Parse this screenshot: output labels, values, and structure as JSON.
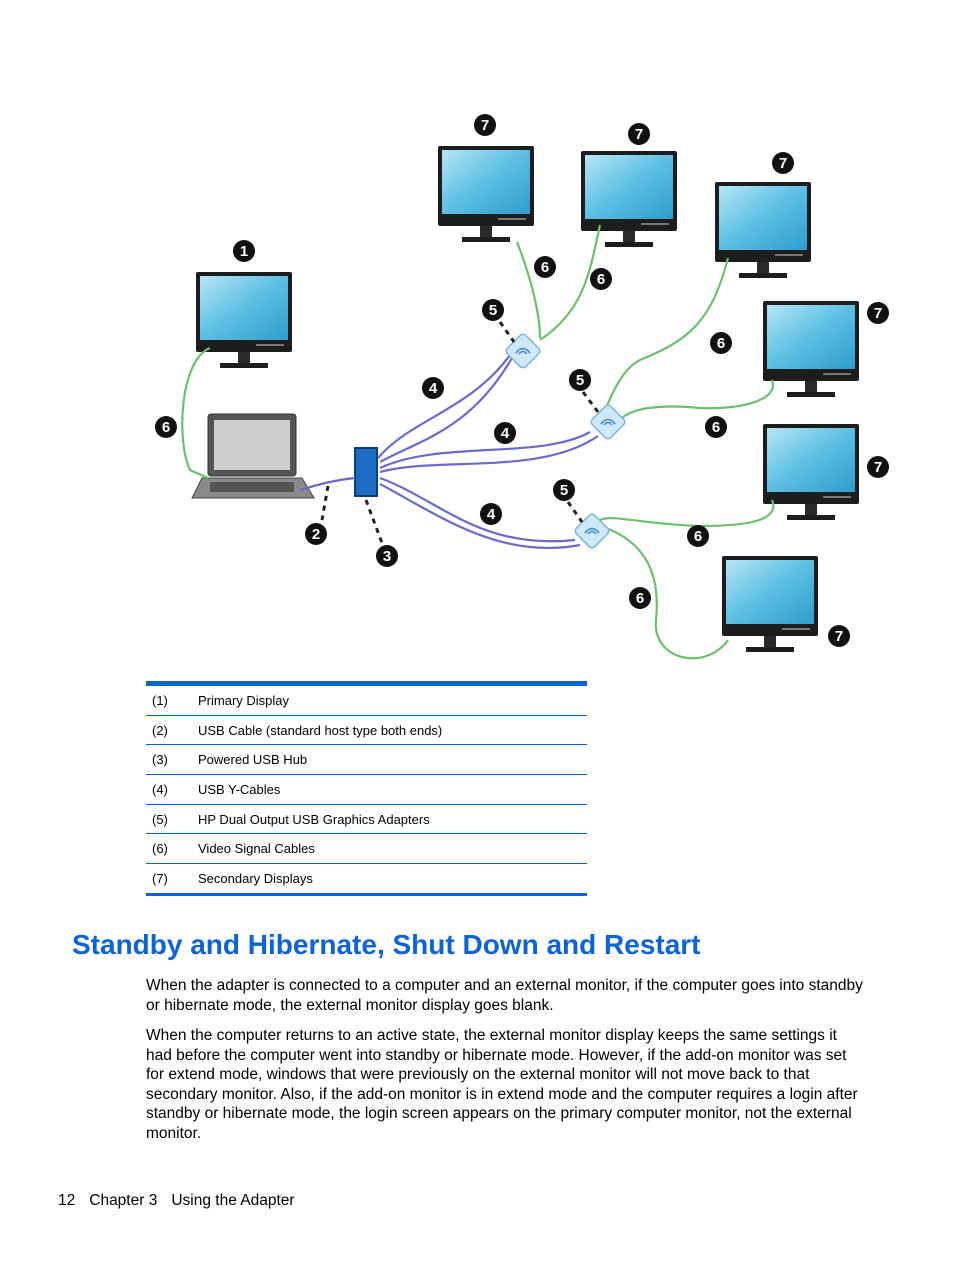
{
  "figure": {
    "callouts": [
      "1",
      "2",
      "3",
      "4",
      "5",
      "6",
      "7"
    ]
  },
  "legend": [
    {
      "num": "(1)",
      "label": "Primary Display"
    },
    {
      "num": "(2)",
      "label": "USB Cable (standard host type both ends)"
    },
    {
      "num": "(3)",
      "label": "Powered USB Hub"
    },
    {
      "num": "(4)",
      "label": "USB Y-Cables"
    },
    {
      "num": "(5)",
      "label": "HP Dual Output USB Graphics Adapters"
    },
    {
      "num": "(6)",
      "label": "Video Signal Cables"
    },
    {
      "num": "(7)",
      "label": "Secondary Displays"
    }
  ],
  "section": {
    "title": "Standby and Hibernate, Shut Down and Restart",
    "p1": "When the adapter is connected to a computer and an external monitor, if the computer goes into standby or hibernate mode, the external monitor display goes blank.",
    "p2": "When the computer returns to an active state, the external monitor display keeps the same settings it had before the computer went into standby or hibernate mode. However, if the add-on monitor was set for extend mode, windows that were previously on the external monitor will not move back to that secondary monitor. Also, if the add-on monitor is in extend mode and the computer requires a login after standby or hibernate mode, the login screen appears on the primary computer monitor, not the external monitor."
  },
  "footer": {
    "page": "12",
    "chapter": "Chapter 3",
    "title": "Using the Adapter"
  },
  "colors": {
    "accent": "#0a63d8",
    "cable_green": "#6dbf6d",
    "cable_purple": "#6a6acb",
    "screen": "#5bbfe3"
  }
}
